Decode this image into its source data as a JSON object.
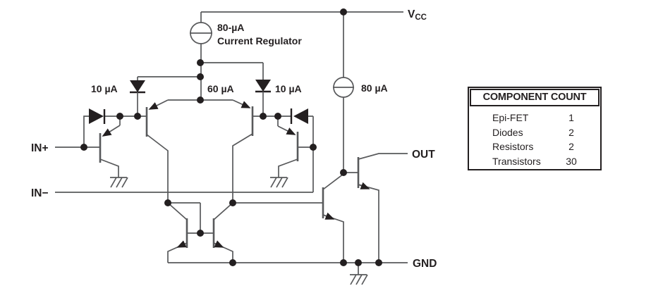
{
  "diagram": {
    "pins": {
      "vcc_main": "V",
      "vcc_sub": "CC",
      "in_plus": "IN+",
      "in_minus": "IN−",
      "out": "OUT",
      "gnd": "GND"
    },
    "annotations": {
      "regulator_value": "80-µA",
      "regulator_name": "Current Regulator",
      "left_diode_current": "10 µA",
      "tail_current": "60 µA",
      "right_diode_current": "10 µA",
      "output_current": "80 µA"
    },
    "colors": {
      "wire": "#58595b",
      "ink": "#231f20",
      "background": "#ffffff"
    }
  },
  "component_count": {
    "title": "COMPONENT COUNT",
    "rows": [
      {
        "label": "Epi-FET",
        "value": "1"
      },
      {
        "label": "Diodes",
        "value": "2"
      },
      {
        "label": "Resistors",
        "value": "2"
      },
      {
        "label": "Transistors",
        "value": "30"
      }
    ]
  }
}
